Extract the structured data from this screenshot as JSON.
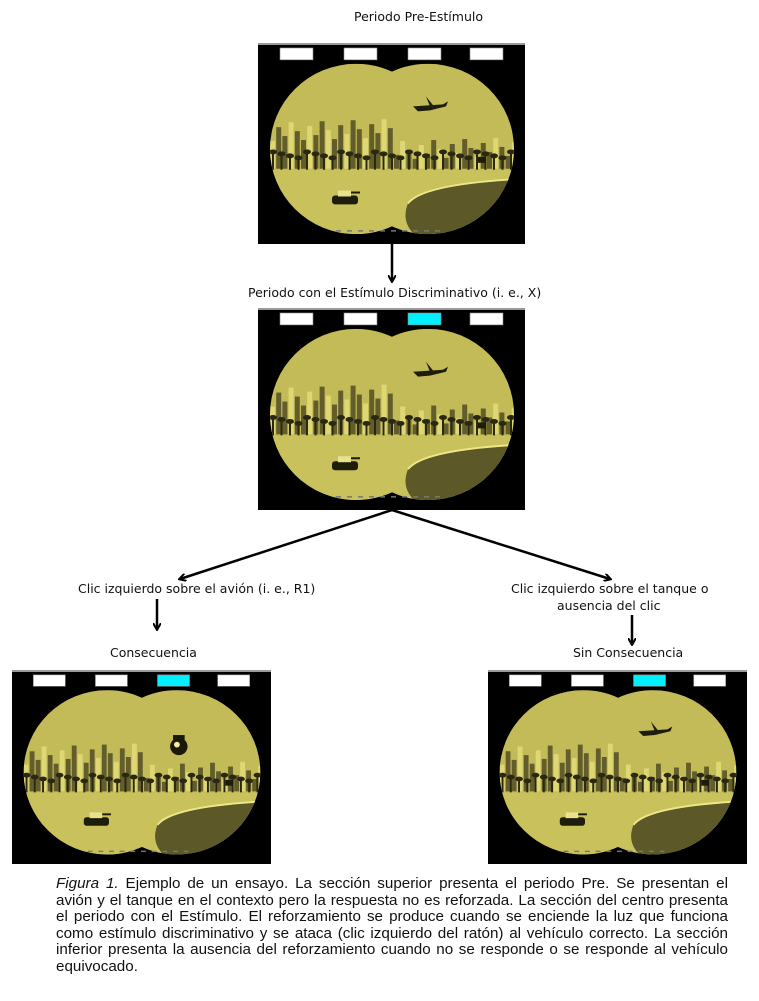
{
  "labels": {
    "pre": "Periodo Pre-Estímulo",
    "sd": "Periodo con el Estímulo Discriminativo (i. e., X)",
    "left_click_plane": "Clic izquierdo sobre el avión (i. e., R1)",
    "left_click_tank_line1": "Clic izquierdo sobre el tanque o",
    "left_click_tank_line2": "ausencia  del clic",
    "consequence": "Consecuencia",
    "no_consequence": "Sin Consecuencia"
  },
  "panels": [
    {
      "id": "pre-stimulus",
      "lights": [
        false,
        false,
        false,
        false
      ],
      "plane_hit": false
    },
    {
      "id": "discriminative-stimulus",
      "lights": [
        false,
        false,
        true,
        false
      ],
      "plane_hit": false
    },
    {
      "id": "consequence",
      "lights": [
        false,
        false,
        true,
        false
      ],
      "plane_hit": true
    },
    {
      "id": "no-consequence",
      "lights": [
        false,
        false,
        true,
        false
      ],
      "plane_hit": false
    }
  ],
  "colors": {
    "scene": "#c3bb57",
    "light_on": "#00f0ff",
    "light_off": "#ffffff"
  },
  "caption": {
    "figure_label": "Figura 1.",
    "text": " Ejemplo de un ensayo. La sección superior presenta el periodo Pre. Se presentan el avión y el tanque en el contexto pero la respuesta no es reforzada. La sección del centro presenta el periodo con el Estímulo. El reforzamiento se produce cuando se enciende la luz que funciona como estímulo discriminativo y se ataca (clic izquierdo del ratón) al vehículo correcto. La sección inferior presenta la ausencia del reforzamiento cuando no se responde o se responde al vehículo equivocado."
  }
}
